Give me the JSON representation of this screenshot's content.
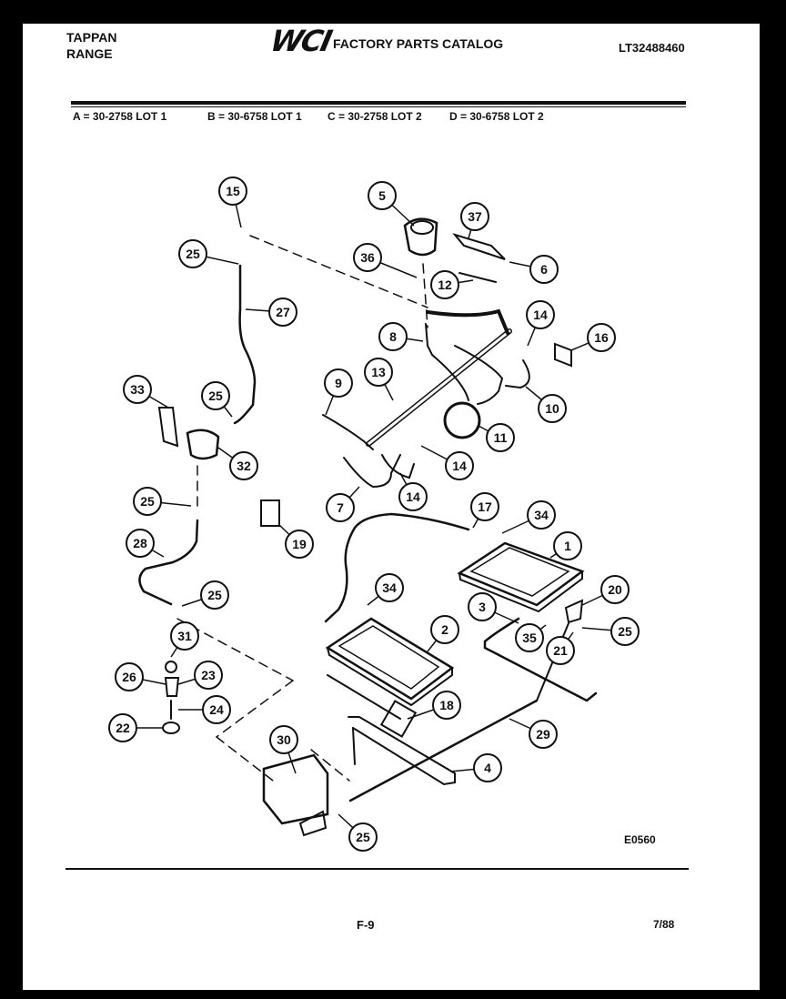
{
  "header": {
    "brand_line1": "TAPPAN",
    "brand_line2": "RANGE",
    "logo_text": "WCI",
    "catalog_title": "FACTORY PARTS CATALOG",
    "catalog_code": "LT32488460"
  },
  "lots": {
    "a": "A = 30-2758 LOT 1",
    "b": "B = 30-6758 LOT 1",
    "c": "C = 30-2758 LOT 2",
    "d": "D = 30-6758 LOT 2"
  },
  "diagram": {
    "code": "E0560",
    "callouts": [
      "15",
      "5",
      "37",
      "25",
      "36",
      "6",
      "12",
      "27",
      "14",
      "8",
      "16",
      "33",
      "25",
      "9",
      "13",
      "10",
      "11",
      "32",
      "14",
      "25",
      "7",
      "14",
      "17",
      "34",
      "1",
      "28",
      "19",
      "25",
      "34",
      "20",
      "3",
      "2",
      "31",
      "35",
      "25",
      "21",
      "26",
      "23",
      "24",
      "22",
      "18",
      "29",
      "30",
      "4",
      "25"
    ]
  },
  "footer": {
    "page": "F-9",
    "date": "7/88"
  }
}
